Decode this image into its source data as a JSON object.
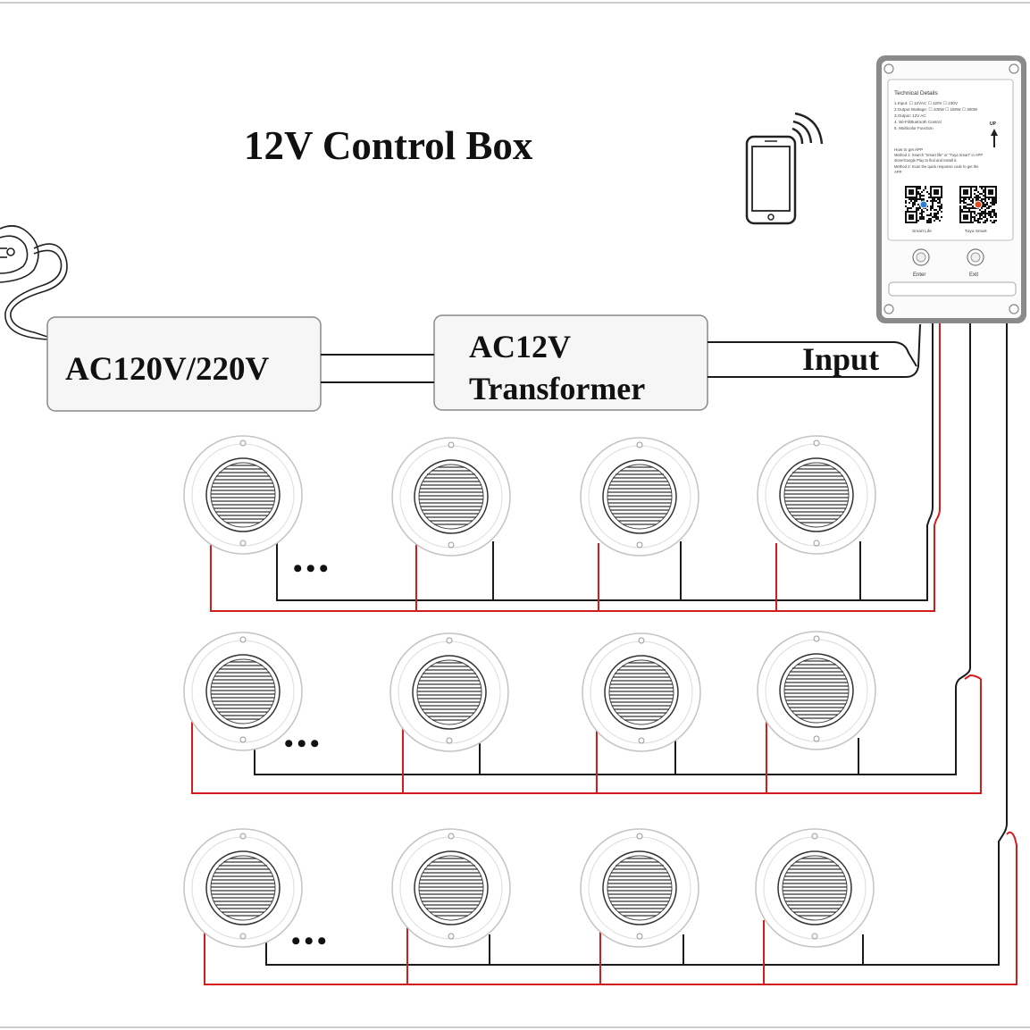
{
  "diagram": {
    "title": "12V Control Box",
    "source_box_label": "AC120V/220V",
    "transformer_line1": "AC12V",
    "transformer_line2": "Transformer",
    "input_label": "Input",
    "ellipsis": "•••"
  },
  "control_box": {
    "heading": "Technical Details",
    "spec_lines": [
      "1.Input: ☐ 12VAC  ☐ 120V  ☐ 230V",
      "2.Output Wattage: ☐ 100W ☐ 150W ☐ 300W",
      "3.Output: 12V AC",
      "4. Wi-Fi/Bluetooth Control",
      "5. Multicolor Function"
    ],
    "up_label": "UP",
    "app_lines": [
      "How to get APP",
      "Method 1: Search \"Smart life\" or \"Tuya Smart\" in APP",
      "store/Google Play to find and install it.",
      "Method 2: Scan the quick response code to get the",
      "APP."
    ],
    "qr_labels": [
      "Smart Life",
      "Tuya Smart"
    ],
    "button_labels": [
      "Enter",
      "Exit"
    ]
  },
  "colors": {
    "line": "#1a1a1a",
    "red_wire": "#d41c1c",
    "box_stroke": "#888888",
    "box_fill": "#f6f6f6",
    "light_stroke": "#bbbbbb",
    "ctrl_frame": "#8a8a8a",
    "qr_accent_left": "#2a7fd4",
    "qr_accent_right": "#e24a1f"
  },
  "icons": {
    "plug": "power-plug-icon",
    "phone": "smartphone-wifi-icon",
    "lights": "recessed-deck-light-icon"
  }
}
